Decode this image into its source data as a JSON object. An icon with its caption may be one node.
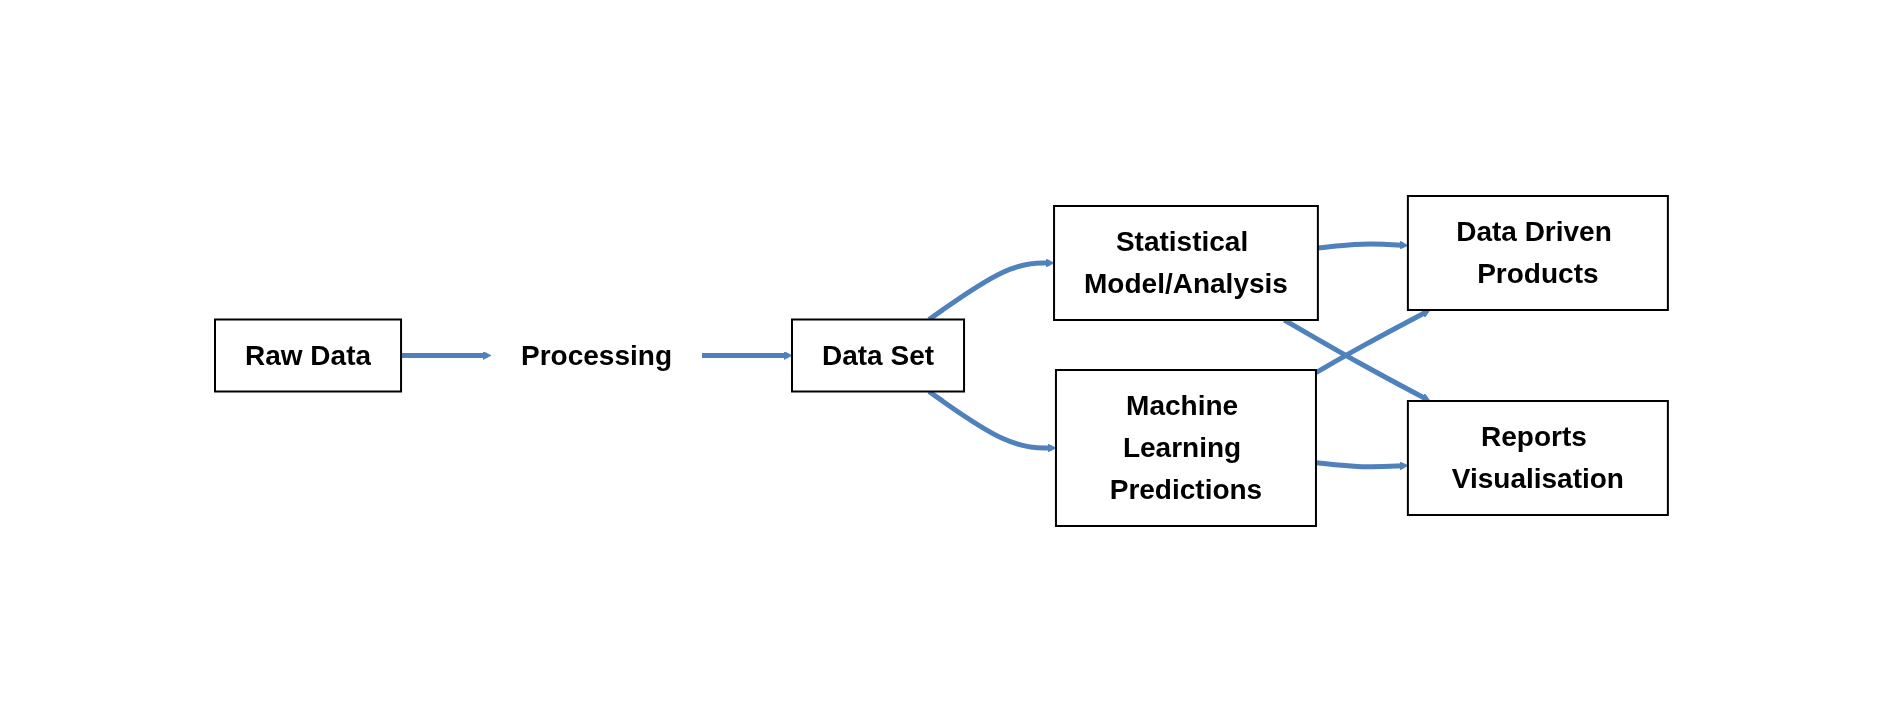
{
  "diagram": {
    "nodes": [
      {
        "text": [
          "Raw Data"
        ]
      },
      {
        "text": [
          "Processing"
        ]
      },
      {
        "text": [
          "Data Set"
        ]
      },
      {
        "text": [
          "Statistical Model/Analysis"
        ]
      },
      {
        "text": [
          "Machine Learning Predictions"
        ]
      },
      {
        "text": [
          "Data Driven Products"
        ]
      },
      {
        "text": [
          "Reports Visualisation"
        ]
      }
    ],
    "edges": [
      {
        "from": 0,
        "to": 1,
        "arrow": "to"
      },
      {
        "from": 1,
        "to": 2,
        "arrow": "to"
      },
      {
        "from": 2,
        "to": 3,
        "arrow": "to"
      },
      {
        "from": 2,
        "to": 4,
        "arrow": "to"
      },
      {
        "from": 3,
        "to": 5,
        "arrow": "to"
      },
      {
        "from": 3,
        "to": 6,
        "arrow": "to"
      },
      {
        "from": 4,
        "to": 5,
        "arrow": "to"
      },
      {
        "from": 4,
        "to": 6,
        "arrow": "to"
      }
    ]
  }
}
